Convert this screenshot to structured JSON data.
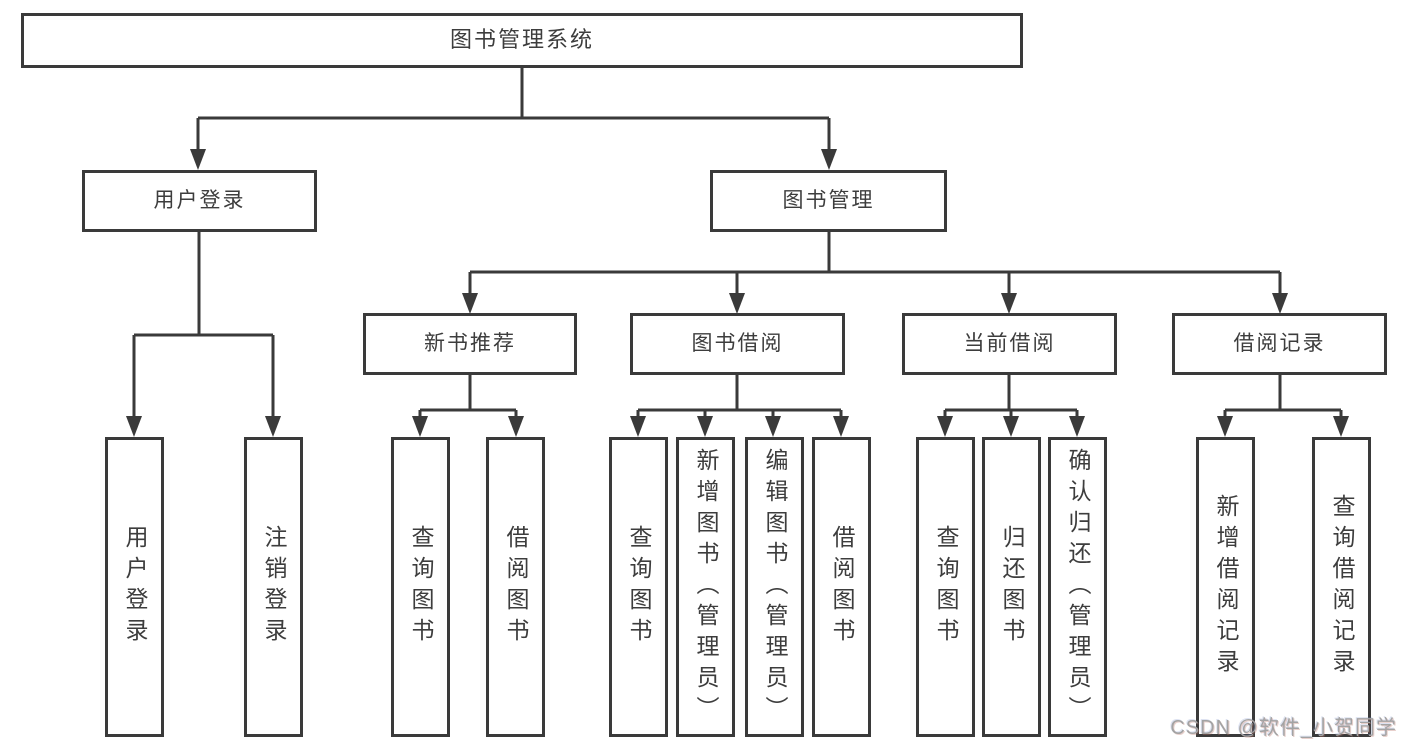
{
  "diagram": {
    "root": {
      "label": "图书管理系统"
    },
    "level2": [
      {
        "label": "用户登录"
      },
      {
        "label": "图书管理"
      }
    ],
    "level3": [
      {
        "label": "新书推荐"
      },
      {
        "label": "图书借阅"
      },
      {
        "label": "当前借阅"
      },
      {
        "label": "借阅记录"
      }
    ],
    "leaves": [
      {
        "label": "用户登录"
      },
      {
        "label": "注销登录"
      },
      {
        "label": "查询图书"
      },
      {
        "label": "借阅图书"
      },
      {
        "label": "查询图书"
      },
      {
        "label": "新增图书（管理员）"
      },
      {
        "label": "编辑图书（管理员）"
      },
      {
        "label": "借阅图书"
      },
      {
        "label": "查询图书"
      },
      {
        "label": "归还图书"
      },
      {
        "label": "确认归还（管理员）"
      },
      {
        "label": "新增借阅记录"
      },
      {
        "label": "查询借阅记录"
      }
    ]
  },
  "watermark": {
    "text": "CSDN @软件_小贺同学"
  },
  "colors": {
    "line": "#3a3a3a",
    "text": "#3d3d3d",
    "background": "#ffffff",
    "watermark": "#a3a3a3"
  }
}
